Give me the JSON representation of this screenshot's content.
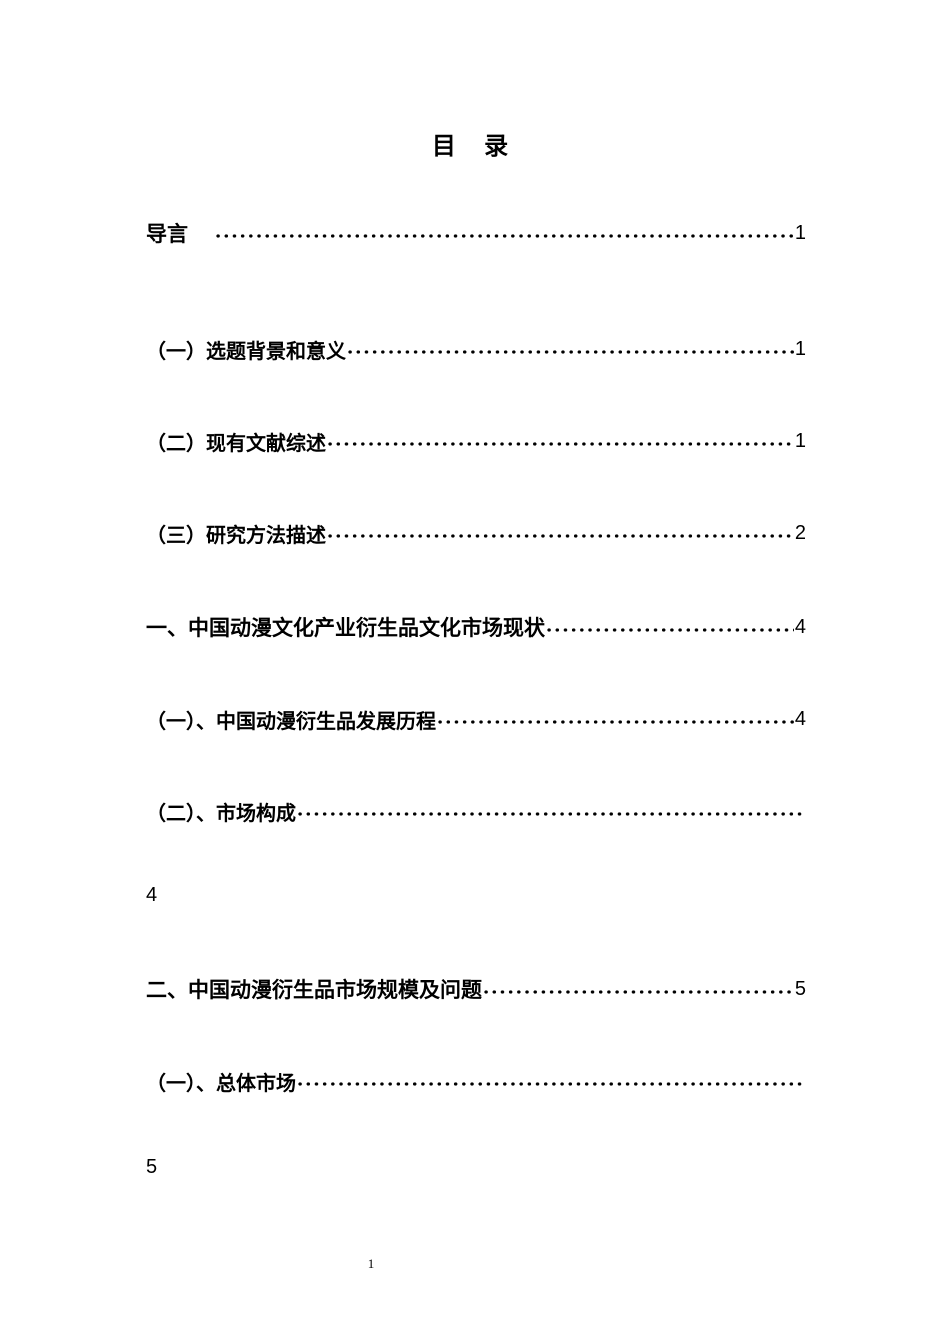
{
  "document": {
    "title": "目 录",
    "entries": [
      {
        "label": "导言",
        "page": "1",
        "level": 0
      },
      {
        "label": "（一）选题背景和意义",
        "page": "1",
        "level": 1
      },
      {
        "label": "（二）现有文献综述",
        "page": "1",
        "level": 1
      },
      {
        "label": "（三）研究方法描述",
        "page": "2",
        "level": 1
      },
      {
        "label": "一、中国动漫文化产业衍生品文化市场现状",
        "page": "4",
        "level": 0
      },
      {
        "label": "（一）、中国动漫衍生品发展历程",
        "page": "4",
        "level": 1
      },
      {
        "label": "（二）、市场构成",
        "page": "4",
        "level": 1,
        "page_wrapped": true
      },
      {
        "label": "二、中国动漫衍生品市场规模及问题",
        "page": "5",
        "level": 0
      },
      {
        "label": "（一）、总体市场",
        "page": "5",
        "level": 1,
        "page_wrapped": true
      }
    ],
    "footer_page_number": "1"
  }
}
